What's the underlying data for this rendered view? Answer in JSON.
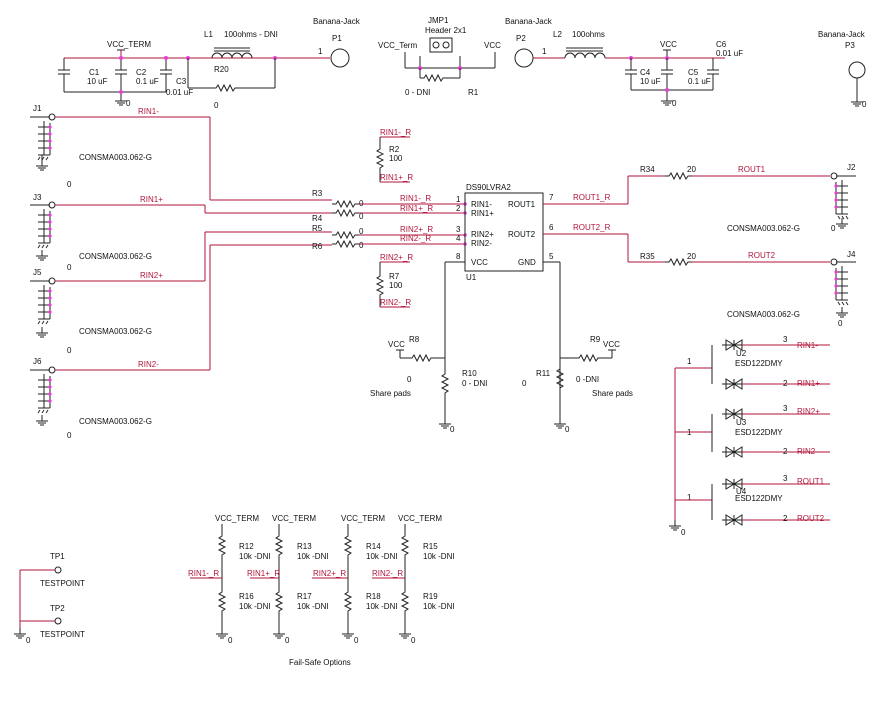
{
  "power_bar": {
    "vcc_term": "VCC_TERM",
    "l1": "L1",
    "l1_value": "100ohms - DNI",
    "p1_type": "Banana-Jack",
    "p1": "P1",
    "p1_pin": "1",
    "c1": "C1",
    "c1_value": "10 uF",
    "c2": "C2",
    "c2_value": "0.1 uF",
    "c3": "C3",
    "c3_value": "0.01 uF",
    "r20": "R20",
    "r20_value": "0",
    "gnd": "0",
    "jmp1": "JMP1",
    "jmp1_type": "Header 2x1",
    "jmp_left": "VCC_Term",
    "jmp_right": "VCC",
    "r1": "R1",
    "r1_value": "0 - DNI",
    "p2_type": "Banana-Jack",
    "p2": "P2",
    "p2_pin": "1",
    "l2": "L2",
    "l2_value": "100ohms",
    "vcc": "VCC",
    "c4": "C4",
    "c4_value": "10 uF",
    "c5": "C5",
    "c5_value": "0.1 uF",
    "c6": "C6",
    "c6_value": "0.01 uF",
    "p3_type": "Banana-Jack",
    "p3": "P3"
  },
  "connectors": {
    "j1": "J1",
    "j2": "J2",
    "j3": "J3",
    "j4": "J4",
    "j5": "J5",
    "j6": "J6",
    "part": "CONSMA003.062-G"
  },
  "nets": {
    "rin1m": "RIN1-",
    "rin1p": "RIN1+",
    "rin2p": "RIN2+",
    "rin2m": "RIN2-",
    "rin1m_r": "RIN1-_R",
    "rin1p_r": "RIN1+_R",
    "rin2p_r": "RIN2+_R",
    "rin2m_r": "RIN2-_R",
    "rout1": "ROUT1",
    "rout2": "ROUT2",
    "rout1_r": "ROUT1_R",
    "rout2_r": "ROUT2_R"
  },
  "resistors": {
    "r2": "R2",
    "r2_value": "100",
    "r3": "R3",
    "r4": "R4",
    "r5": "R5",
    "r6": "R6",
    "zero": "0",
    "r7": "R7",
    "r7_value": "100",
    "r34": "R34",
    "r35": "R35",
    "r_out_value": "20"
  },
  "ic": {
    "name": "DS90LVRA2",
    "ref": "U1",
    "p1": "1",
    "p2": "2",
    "p3": "3",
    "p4": "4",
    "p5": "5",
    "p6": "6",
    "p7": "7",
    "p8": "8",
    "rin1m": "RIN1-",
    "rin1p": "RIN1+",
    "rin2p": "RIN2+",
    "rin2m": "RIN2-",
    "vcc": "VCC",
    "rout1": "ROUT1",
    "rout2": "ROUT2",
    "gnd": "GND"
  },
  "share": {
    "vcc": "VCC",
    "r8": "R8",
    "r8_value": "0",
    "r10": "R10",
    "r10_value": "0 - DNI",
    "r11": "R11",
    "r11_value": "0",
    "r9": "R9",
    "r9_value": "0 -DNI",
    "share_pads": "Share pads"
  },
  "esd": {
    "part": "ESD122DMY",
    "u2": "U2",
    "u3": "U3",
    "u4": "U4",
    "pin1": "1",
    "pin2": "2",
    "pin3": "3"
  },
  "failsafe": {
    "vcc_term": "VCC_TERM",
    "r12": "R12",
    "r13": "R13",
    "r14": "R14",
    "r15": "R15",
    "r16": "R16",
    "r17": "R17",
    "r18": "R18",
    "r19": "R19",
    "dni_value": "10k -DNI",
    "title": "Fail-Safe Options"
  },
  "testpoints": {
    "tp1": "TP1",
    "tp2": "TP2",
    "type": "TESTPOINT"
  }
}
